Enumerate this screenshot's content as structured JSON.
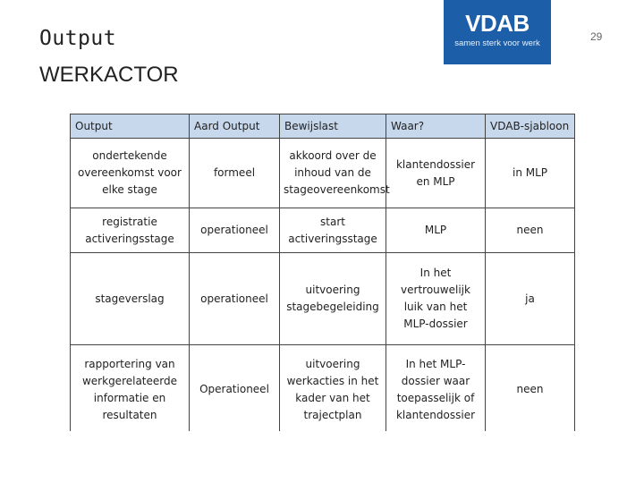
{
  "slide": {
    "title": "Output",
    "subtitle": "WERKACTOR",
    "page_number": "29",
    "logo": {
      "brand": "VDAB",
      "tagline": "samen sterk voor werk",
      "color": "#1c5fa8"
    }
  },
  "table": {
    "header_color": "#c7d8ec",
    "columns": [
      "Output",
      "Aard Output",
      "Bewijslast",
      "Waar?",
      "VDAB-sjabloon"
    ],
    "rows": [
      [
        "ondertekende overeenkomst voor elke stage",
        "formeel",
        "akkoord over de inhoud van de stageovereenkomst",
        "klantendossier en MLP",
        "in MLP"
      ],
      [
        "registratie activeringsstage",
        "operationeel",
        "start activeringsstage",
        "MLP",
        "neen"
      ],
      [
        "stageverslag",
        "operationeel",
        "uitvoering stagebegeleiding",
        "In het vertrouwelijk luik van het MLP-dossier",
        "ja"
      ],
      [
        "rapportering van werkgerelateerde informatie en resultaten",
        "Operationeel",
        "uitvoering werkacties in het kader van het trajectplan",
        "In het MLP-dossier waar toepasselijk of klantendossier",
        "neen"
      ]
    ]
  }
}
